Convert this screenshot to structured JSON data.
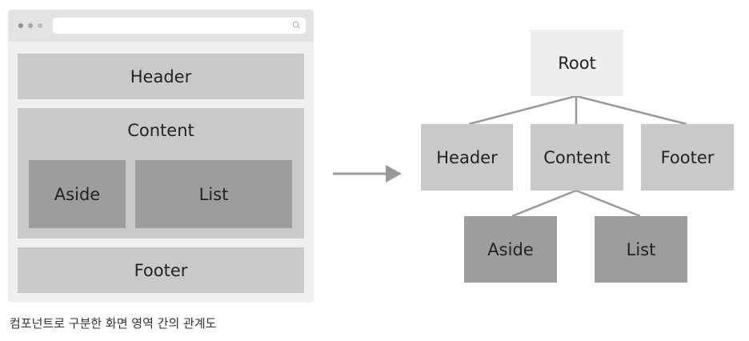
{
  "layout_mockup": {
    "header": "Header",
    "content": "Content",
    "aside": "Aside",
    "list": "List",
    "footer": "Footer"
  },
  "tree": {
    "root": "Root",
    "level1": [
      "Header",
      "Content",
      "Footer"
    ],
    "level2": [
      "Aside",
      "List"
    ]
  },
  "caption": "컴포넌트로 구분한 화면 영역 간의 관계도",
  "colors": {
    "light_box": "#c9c9c9",
    "dark_box": "#9d9d9d",
    "root_box": "#eeeeee",
    "arrow": "#999999",
    "connector": "#999999"
  }
}
